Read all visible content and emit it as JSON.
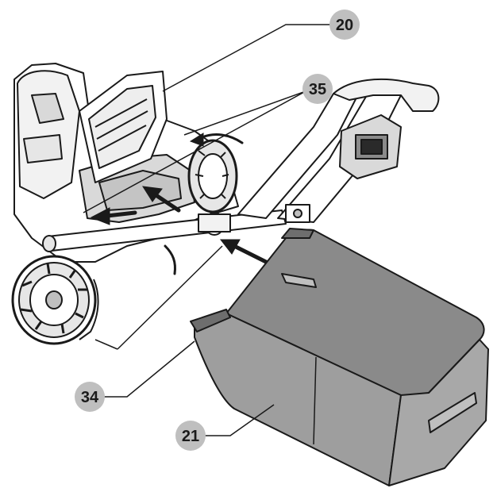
{
  "callouts": [
    {
      "id": "c20",
      "label": "20"
    },
    {
      "id": "c35",
      "label": "35"
    },
    {
      "id": "c34",
      "label": "34"
    },
    {
      "id": "c21",
      "label": "21"
    }
  ],
  "colors": {
    "badge_fill": "#bfbfbf",
    "line": "#1a1a1a",
    "bag_front": "#9e9e9e",
    "bag_top": "#8a8a8a",
    "bag_side": "#a8a8a8",
    "mower_fill": "#ffffff",
    "mower_shade": "#d9d9d9"
  }
}
